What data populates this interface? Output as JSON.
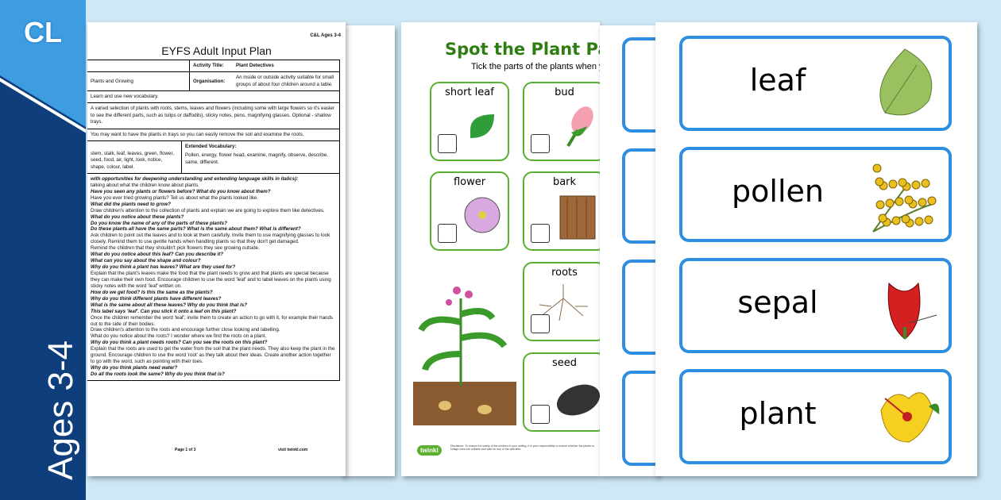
{
  "banner": {
    "code": "CL",
    "ages": "Ages 3-4",
    "colors": {
      "light": "#3d9de0",
      "dark": "#0e3f7c"
    }
  },
  "plan": {
    "header": "C&L Ages 3-4",
    "title": "EYFS Adult Input Plan",
    "activity_title_label": "Activity Title:",
    "activity_title": "Plant Detectives",
    "topic": "Plants and Growing",
    "organisation_label": "Organisation:",
    "organisation": "An inside or outside activity suitable for small groups of about four children around a table.",
    "objective": "Learn and use new vocabulary.",
    "resources": "A varied selection of plants with roots, stems, leaves and flowers (including some with large flowers so it's easier to see the different parts, such as tulips or daffodils), sticky notes, pens, magnifying glasses. Optional - shallow trays.",
    "preparation": "You may want to have the plants in trays so you can easily remove the soil and examine the roots.",
    "key_vocab": "stem, stalk, leaf, leaves, green, flower, seed, food, air, light, look, notice, shape, colour, label.",
    "extended_vocab_label": "Extended Vocabulary:",
    "extended_vocab": "Pollen, energy, flower head, examine, magnify, observe, describe, same, different.",
    "lines": [
      "with opportunities for deepening understanding and extending language skills in italics):",
      "talking about what the children know about plants.",
      "Have you seen any plants or flowers before? What do you know about them?",
      "Have you ever tried growing plants? Tell us about what the plants looked like.",
      "What did the plants need to grow?",
      "Draw children's attention to the collection of plants and explain we are going to explore them like detectives.",
      "What do you notice about these plants?",
      "Do you know the name of any of the parts of these plants?",
      "Do these plants all have the same parts? What is the same about them? What is different?",
      "Ask children to point out the leaves and to look at them carefully. Invite them to use magnifying glasses to look closely. Remind them to use gentle hands when handling plants so that they don't get damaged.",
      "Remind the children that they shouldn't pick flowers they see growing outside.",
      "What do you notice about this leaf? Can you describe it?",
      "What can you say about the shape and colour?",
      "Why do you think a plant has leaves? What are they used for?",
      "Explain that the plant's leaves make the food that the plant needs to grow and that plants are special because they can make their own food. Encourage children to use the word 'leaf' and to label leaves on the plants using sticky notes with the word 'leaf' written on.",
      "How do we get food? Is this the same as the plants?",
      "Why do you think different plants have different leaves?",
      "What is the same about all these leaves? Why do you think that is?",
      "This label says 'leaf'. Can you stick it onto a leaf on this plant?",
      "Once the children remember the word 'leaf', invite them to create an action to go with it, for example their hands out to the side of their bodies.",
      "Draw children's attention to the roots and encourage further close looking and labelling.",
      "What do you notice about the roots? I wonder where we find the roots on a plant.",
      "Why do you think a plant needs roots? Can you see the roots on this plant?",
      "Explain that the roots are used to get the water from the soil that the plant needs. They also keep the plant in the ground. Encourage children to use the word 'root' as they talk about their ideas. Create another action together to go with the word, such as pointing with their toes.",
      "Why do you think plants need water?",
      "Do all the roots look the same? Why do you think that is?"
    ],
    "page": "Page 1 of 3",
    "site": "visit twinkl.com"
  },
  "spot": {
    "title": "Spot the Plant Parts",
    "subtitle": "Tick the parts of the plants when you find them.",
    "cards": [
      "short leaf",
      "bud",
      "flower",
      "bark",
      "roots",
      "seed"
    ],
    "brand": "twinkl",
    "disclaimer": "Disclaimer: To ensure the safety of the children in your setting, it is your responsibility to ensure whether the plants or foliage used are suitable and safe for any of the activities."
  },
  "words": [
    "leaf",
    "pollen",
    "sepal",
    "plant"
  ],
  "accents": {
    "green": "#58b030",
    "blue": "#2e8fe0"
  }
}
